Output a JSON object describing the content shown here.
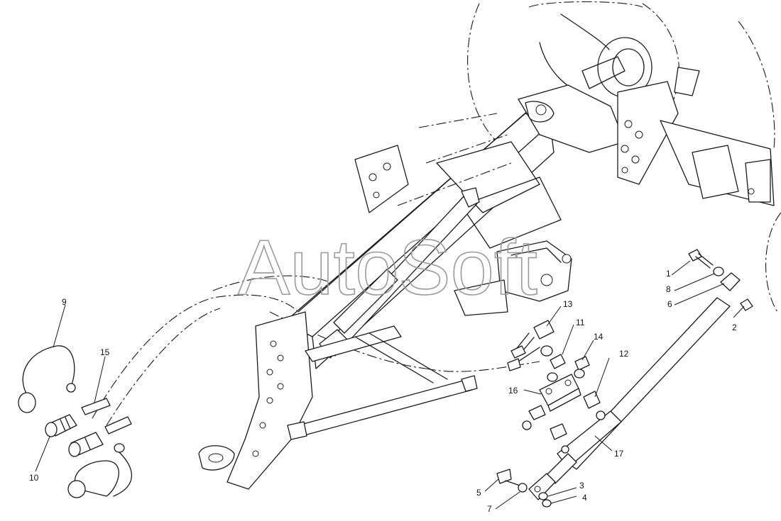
{
  "watermark": {
    "text": "AutoSoft"
  },
  "callouts": [
    {
      "id": "c1",
      "label": "1"
    },
    {
      "id": "c2",
      "label": "2"
    },
    {
      "id": "c3",
      "label": "3"
    },
    {
      "id": "c4",
      "label": "4"
    },
    {
      "id": "c5",
      "label": "5"
    },
    {
      "id": "c6",
      "label": "6"
    },
    {
      "id": "c7",
      "label": "7"
    },
    {
      "id": "c8",
      "label": "8"
    },
    {
      "id": "c9",
      "label": "9"
    },
    {
      "id": "c10",
      "label": "10"
    },
    {
      "id": "c11",
      "label": "11"
    },
    {
      "id": "c12",
      "label": "12"
    },
    {
      "id": "c13",
      "label": "13"
    },
    {
      "id": "c14",
      "label": "14"
    },
    {
      "id": "c15",
      "label": "15"
    },
    {
      "id": "c16",
      "label": "16"
    },
    {
      "id": "c17",
      "label": "17"
    }
  ]
}
